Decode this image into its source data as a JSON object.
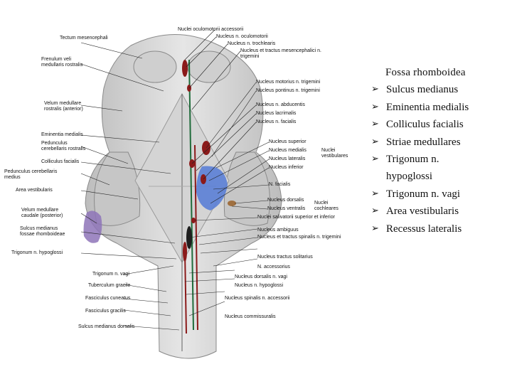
{
  "panel": {
    "title": "Fossa rhomboidea",
    "bullet_icon": "arrow-bullet-icon",
    "items": [
      {
        "line1": "Sulcus medianus",
        "line2": ""
      },
      {
        "line1": "Eminentia medialis",
        "line2": ""
      },
      {
        "line1": "Colliculus facialis",
        "line2": ""
      },
      {
        "line1": "Striae medullares",
        "line2": ""
      },
      {
        "line1": "Trigonum n.",
        "line2": "hypoglossi"
      },
      {
        "line1": "Trigonum n. vagi",
        "line2": ""
      },
      {
        "line1": "Area vestibularis",
        "line2": ""
      },
      {
        "line1": "Recessus lateralis",
        "line2": ""
      }
    ]
  },
  "figure": {
    "colors": {
      "tissue": "#d9d9d9",
      "shadow": "#9a9a9a",
      "nucleus_red": "#8b1a1a",
      "nucleus_green": "#1f6b3a",
      "vestibular_blue": "#5b7fd6",
      "lateral_purple": "#8e74b8"
    },
    "labels_left": [
      "Tectum mesencephali",
      "Frenulum veli medullaris rostralis",
      "Velum medullare rostralis (anterior)",
      "Eminentia medialis",
      "Pedunculus cerebellaris rostralis",
      "Colliculus facialis",
      "Pedunculus cerebellaris medius",
      "Area vestibularis",
      "Velum medullare caudale (posterior)",
      "Sulcus medianus fossae rhomboideae",
      "Trigonum n. hypoglossi",
      "Trigonum n. vagi",
      "Tuberculum gracile",
      "Fasciculus cuneatus",
      "Fasciculus gracilis",
      "Sulcus medianus dorsalis"
    ],
    "labels_right": [
      "Nuclei oculomotorii accessorii",
      "Nucleus n. oculomotorii",
      "Nucleus n. trochlearis",
      "Nucleus et tractus mesencephalici n. trigemini",
      "Nucleus motorius n. trigemini",
      "Nucleus pontinus n. trigemini",
      "Nucleus n. abducentis",
      "Nucleus lacrimalis",
      "Nucleus n. facialis",
      "Nucleus superior",
      "Nucleus medialis",
      "Nucleus lateralis",
      "Nucleus inferior",
      "Nuclei vestibulares",
      "N. facialis",
      "Nucleus dorsalis",
      "Nucleus ventralis",
      "Nuclei cochleares",
      "Nuclei salivatorii superior et inferior",
      "Nucleus ambiguus",
      "Nucleus et tractus spinalis n. trigemini",
      "Nucleus tractus solitarius",
      "N. accessorius",
      "Nucleus dorsalis n. vagi",
      "Nucleus n. hypoglossi",
      "Nucleus spinalis n. accessorii",
      "Nucleus commissuralis"
    ]
  }
}
